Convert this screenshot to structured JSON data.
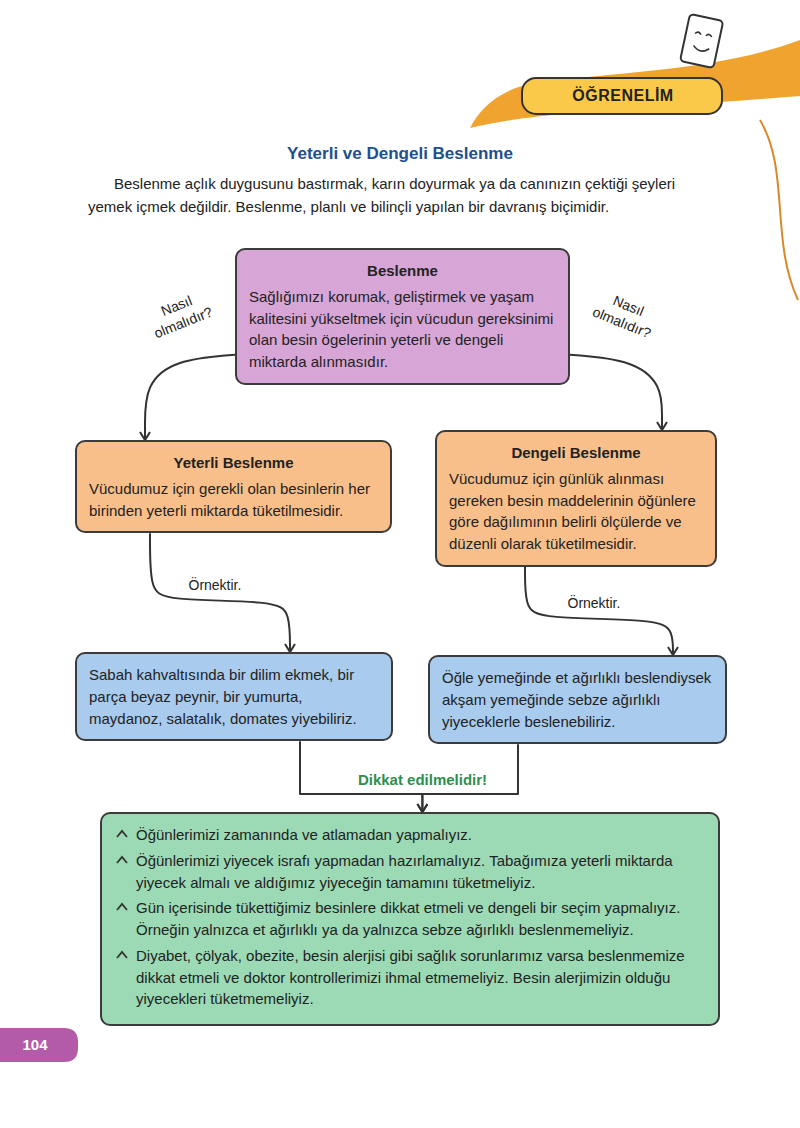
{
  "diagram": {
    "title": "Yeterli ve Dengeli Beslenme",
    "nodes": [
      {
        "text": [
          "Beslenme",
          "Sağlığımızı korumak, geliştirmek ve yaşam kalitesini yükseltmek için vücudun gereksinimi olan besin ögelerinin yeterli ve dengeli miktarda alınmasıdır."
        ]
      },
      {
        "text": [
          "Yeterli Beslenme",
          "Vücudumuz için gerekli olan besinlerin her birinden yeterli miktarda tüketilmesidir."
        ]
      },
      {
        "text": [
          "Dengeli Beslenme",
          "Vücudumuz için günlük alınması gereken besin maddelerinin öğünlere göre dağılımının belirli ölçülerde ve düzenli olarak tüketilmesidir."
        ]
      },
      {
        "text": [
          "Sabah kahvaltısında bir dilim ekmek, bir parça beyaz peynir, bir yumurta, maydanoz, salatalık, domates yiyebiliriz."
        ]
      },
      {
        "text": [
          "Öğle yemeğinde et ağırlıklı beslendiysek akşam yemeğinde sebze ağırlıklı yiyeceklerle beslenebiliriz."
        ]
      },
      {
        "text": [
          "Öğünlerimizi zamanında ve atlamadan yapmalıyız.",
          "Öğünlerimizi yiyecek israfı yapmadan hazırlamalıyız. Tabağımıza yeterli miktarda yiyecek almalı ve aldığımız yiyeceğin tamamını tüketmeliyiz.",
          "Gün içerisinde tükettiğimiz besinlere dikkat etmeli ve dengeli bir seçim yapmalıyız. Örneğin yalnızca et ağırlıklı ya da yalnızca sebze ağırlıklı beslenmemeliyiz.",
          "Diyabet, çölyak, obezite, besin alerjisi gibi sağlık sorunlarımız varsa beslenmemize dikkat etmeli ve doktor kontrollerimizi ihmal etmemeliyiz. Besin alerjimizin olduğu yiyecekleri tüketmemeliyiz."
        ]
      }
    ],
    "edges": [
      {
        "from": 0,
        "to": 1,
        "label": "Nasıl olmalıdır?",
        "arrow": "to"
      },
      {
        "from": 0,
        "to": 2,
        "label": "Nasıl olmalıdır?",
        "arrow": "to"
      },
      {
        "from": 1,
        "to": 3,
        "label": "Örnektir.",
        "arrow": "to"
      },
      {
        "from": 2,
        "to": 4,
        "label": "Örnektir.",
        "arrow": "to"
      },
      {
        "from": 3,
        "to": 5,
        "label": "Dikkat edilmelidir!",
        "arrow": "to"
      },
      {
        "from": 4,
        "to": 5,
        "arrow": "to"
      }
    ],
    "labels": [
      "ÖĞRENELİM",
      "Beslenme açlık duygusunu bastırmak, karın doyurmak ya da canınızın çektiği şeyleri yemek içmek değildir. Beslenme, planlı ve bilinçli yapılan bir davranış biçimidir.",
      "104"
    ]
  }
}
